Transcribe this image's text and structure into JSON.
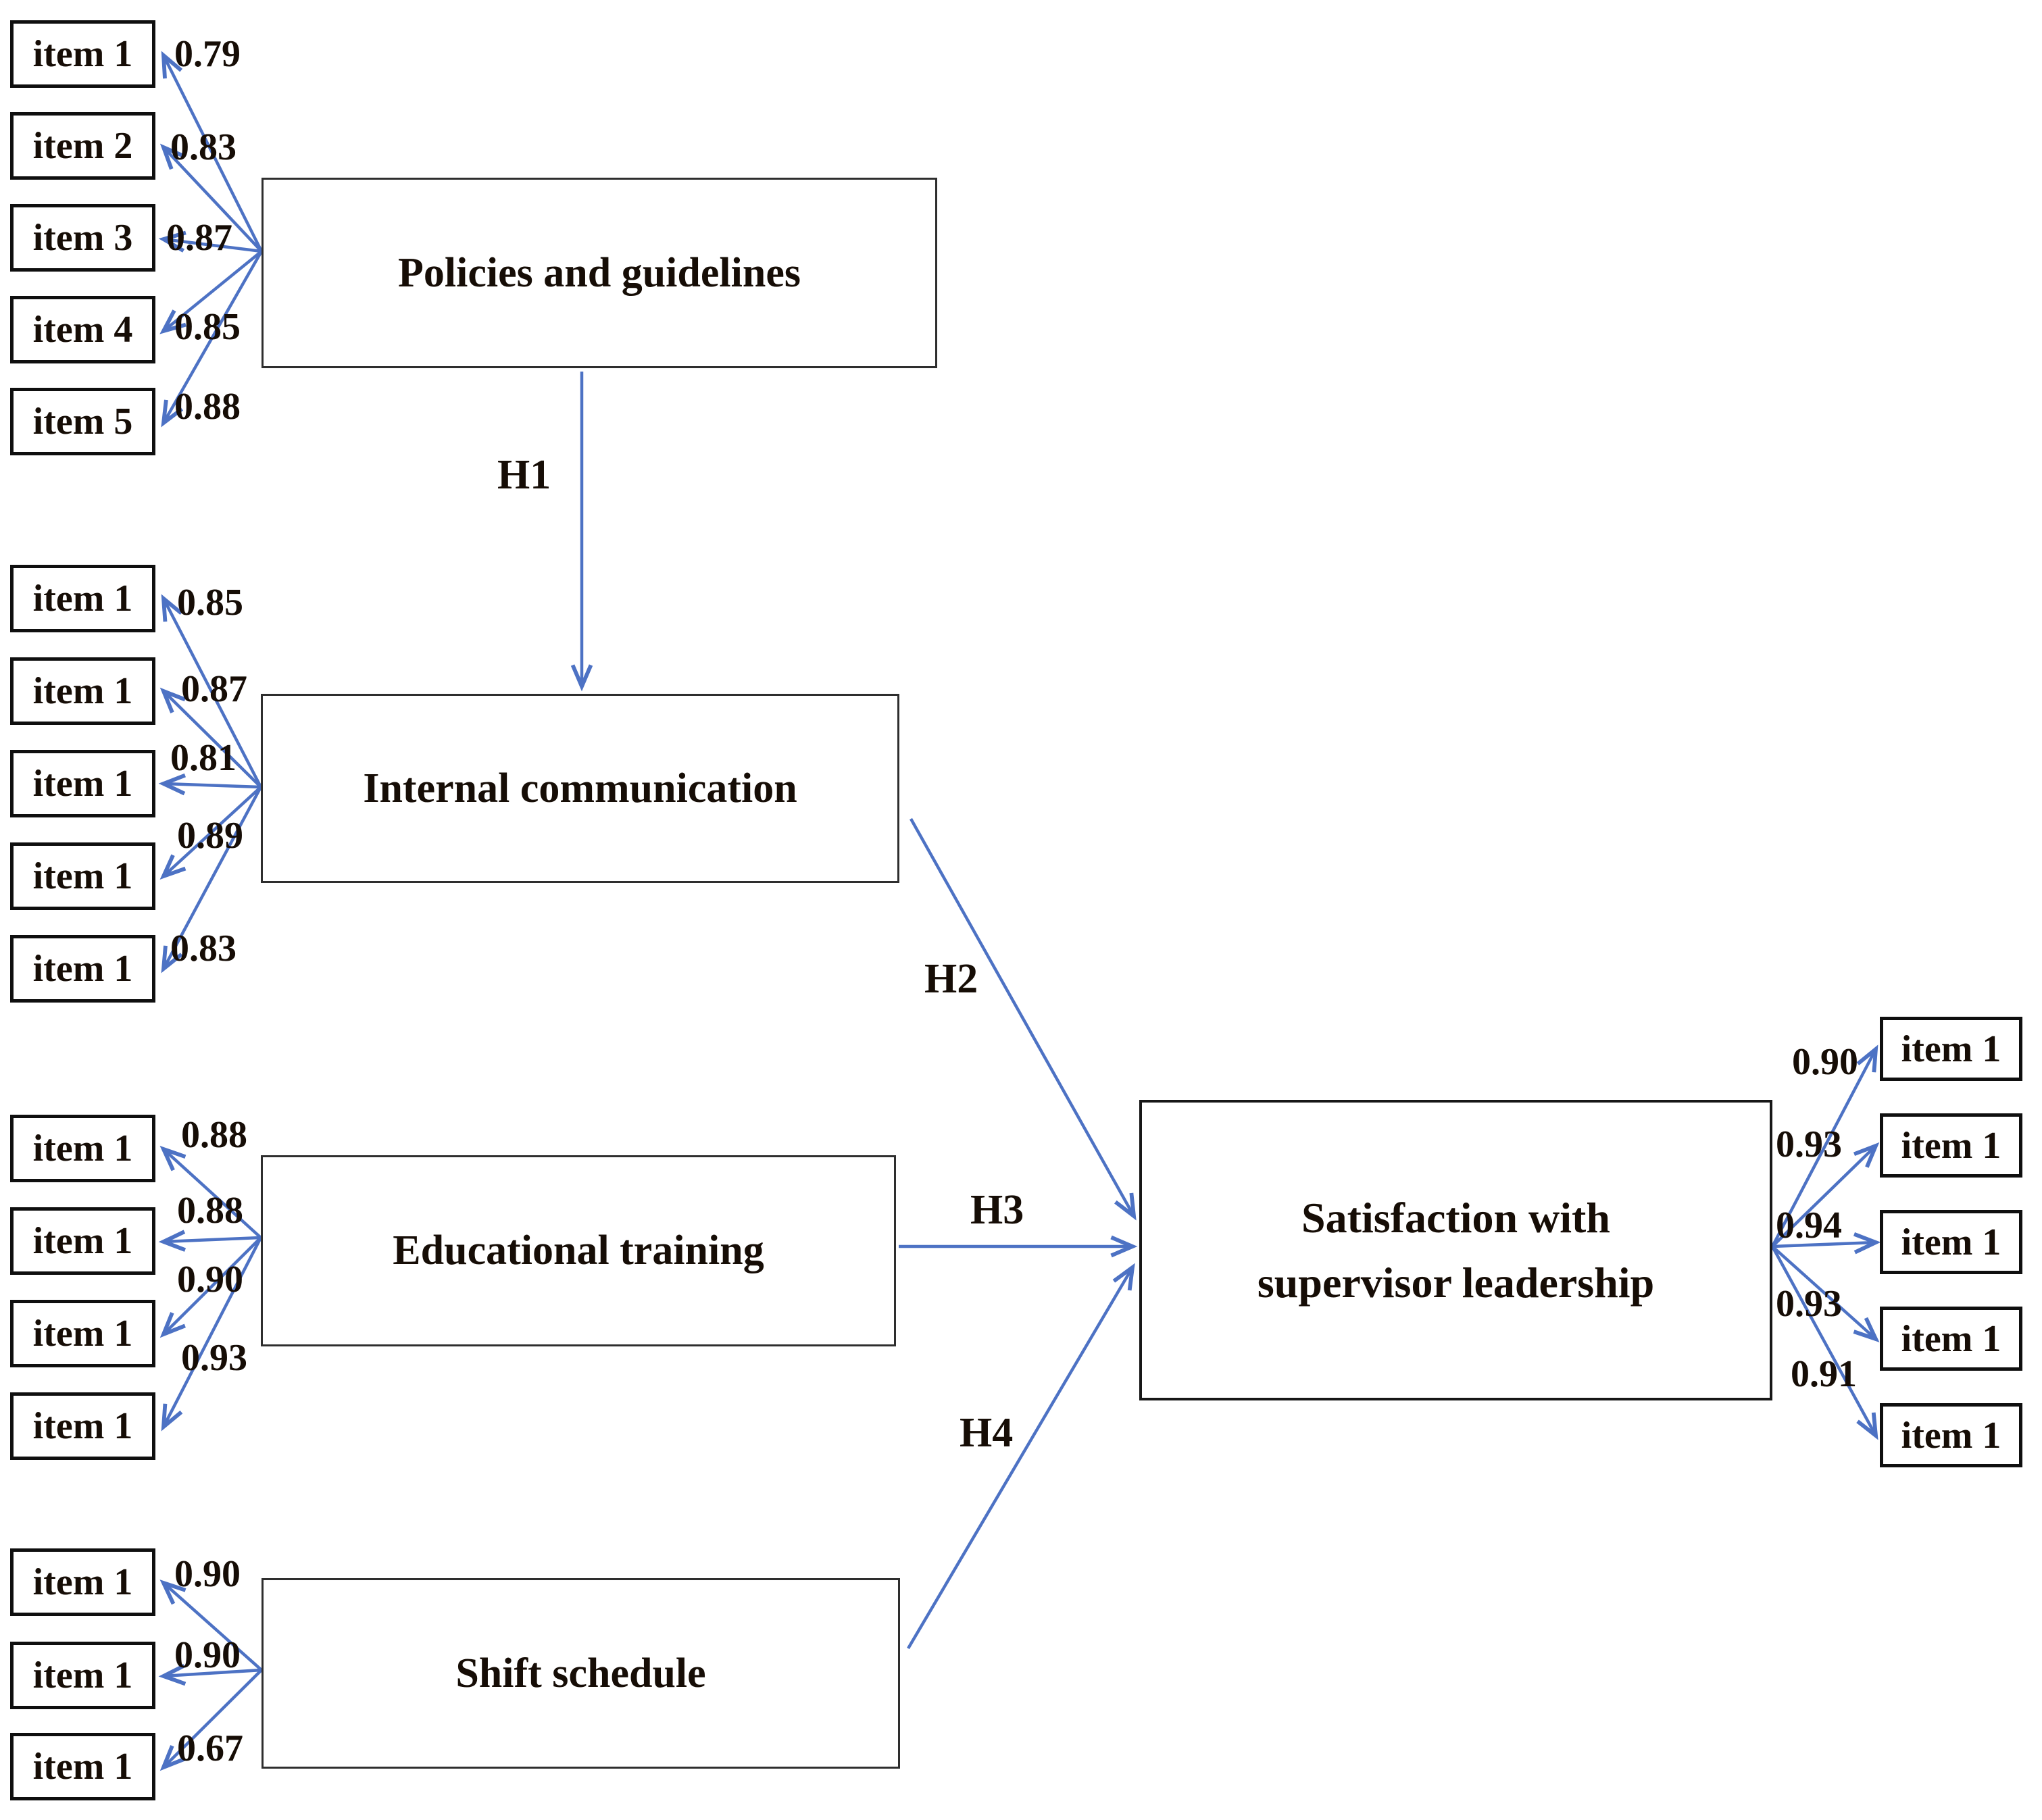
{
  "figure": {
    "type": "sem-path-diagram",
    "arrow_color": "#4d72c4",
    "text_color": "#160d06",
    "groups": [
      {
        "title": "Policies and guidelines",
        "items": [
          {
            "label": "item 1",
            "loading": "0.79"
          },
          {
            "label": "item 2",
            "loading": "0.83"
          },
          {
            "label": "item 3",
            "loading": "0.87"
          },
          {
            "label": "item 4",
            "loading": "0.85"
          },
          {
            "label": "item 5",
            "loading": "0.88"
          }
        ]
      },
      {
        "title": "Internal communication",
        "items": [
          {
            "label": "item 1",
            "loading": "0.85"
          },
          {
            "label": "item 1",
            "loading": "0.87"
          },
          {
            "label": "item 1",
            "loading": "0.81"
          },
          {
            "label": "item 1",
            "loading": "0.89"
          },
          {
            "label": "item 1",
            "loading": "0.83"
          }
        ]
      },
      {
        "title": "Educational training",
        "items": [
          {
            "label": "item 1",
            "loading": "0.88"
          },
          {
            "label": "item 1",
            "loading": "0.88"
          },
          {
            "label": "item 1",
            "loading": "0.90"
          },
          {
            "label": "item 1",
            "loading": "0.93"
          }
        ]
      },
      {
        "title": "Shift schedule",
        "items": [
          {
            "label": "item 1",
            "loading": "0.90"
          },
          {
            "label": "item 1",
            "loading": "0.90"
          },
          {
            "label": "item 1",
            "loading": "0.67"
          }
        ]
      },
      {
        "title": "Satisfaction with supervisor leadership",
        "title_lines": [
          "Satisfaction with",
          "supervisor leadership"
        ],
        "items": [
          {
            "label": "item 1",
            "loading": "0.90"
          },
          {
            "label": "item 1",
            "loading": "0.93"
          },
          {
            "label": "item 1",
            "loading": "0.94"
          },
          {
            "label": "item 1",
            "loading": "0.93"
          },
          {
            "label": "item 1",
            "loading": "0.91"
          }
        ]
      }
    ],
    "paths": [
      {
        "label": "H1",
        "from": "Policies and guidelines",
        "to": "Internal communication"
      },
      {
        "label": "H2",
        "from": "Internal communication",
        "to": "Satisfaction with supervisor leadership"
      },
      {
        "label": "H3",
        "from": "Educational training",
        "to": "Satisfaction with supervisor leadership"
      },
      {
        "label": "H4",
        "from": "Shift schedule",
        "to": "Satisfaction with supervisor leadership"
      }
    ]
  }
}
